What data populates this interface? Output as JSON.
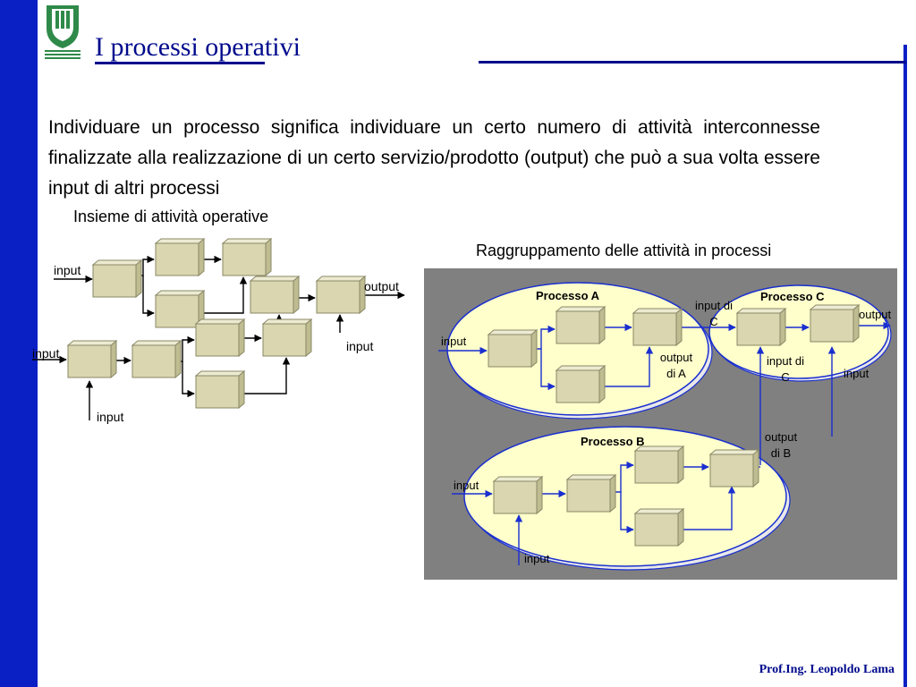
{
  "slide": {
    "title": "I processi operativi",
    "intro": "Individuare un processo significa individuare un certo numero di  attività interconnesse finalizzate alla realizzazione di un certo servizio/prodotto (output) che può a sua volta essere input di altri processi",
    "footer": "Prof.Ing. Leopoldo Lama"
  },
  "left_diagram": {
    "caption": "Insieme di attività operative",
    "labels": {
      "input_top": "input",
      "input_mid": "input",
      "input_bottom": "input",
      "input_right": "input",
      "output": "output"
    }
  },
  "right_diagram": {
    "caption": "Raggruppamento delle attività in processi",
    "process_a": {
      "title": "Processo A",
      "input": "input",
      "output_line1": "output",
      "output_line2": "di A"
    },
    "process_b": {
      "title": "Processo B",
      "input_left": "input",
      "input_bottom": "input",
      "output_line1": "output",
      "output_line2": "di B"
    },
    "process_c": {
      "title": "Processo C",
      "input_of_c_top_line1": "input di",
      "input_of_c_top_line2": "C",
      "input_of_c_inner_line1": "input di",
      "input_of_c_inner_line2": "C",
      "output": "output",
      "input": "input"
    }
  },
  "colors": {
    "accent_blue": "#0a1fc4",
    "title_blue": "#000a8c",
    "box_face": "#d9d6b0",
    "ellipse_fill": "#ffffcc",
    "panel_gray": "#808080"
  }
}
